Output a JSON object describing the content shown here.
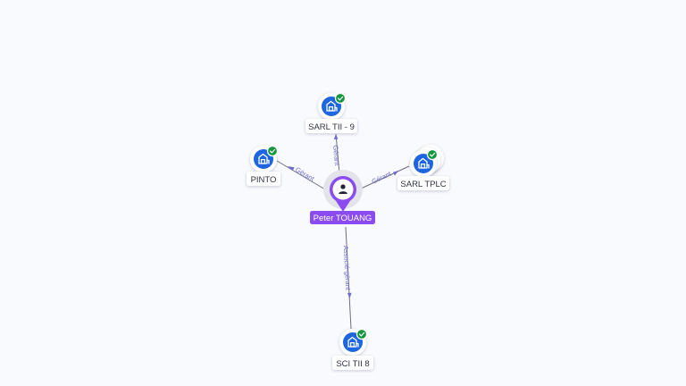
{
  "colors": {
    "background": "#f9fafd",
    "edge": "#6b6c80",
    "edge_label": "#6d6ccd",
    "company_icon": "#1e66e0",
    "check_badge": "#15963f",
    "person": "#8a4cf0",
    "person_label_bg": "#8a4cf0"
  },
  "graph": {
    "center": {
      "name": "Peter TOUANG",
      "type": "person",
      "icon": "user-icon"
    },
    "nodes": [
      {
        "id": "sarl-tii-9",
        "label": "SARL TII - 9",
        "type": "company",
        "icon": "building-icon",
        "verified": true,
        "stacked": false
      },
      {
        "id": "pinto",
        "label": "PINTO",
        "type": "company",
        "icon": "building-icon",
        "verified": true,
        "stacked": false
      },
      {
        "id": "sarl-tplc",
        "label": "SARL TPLC",
        "type": "company",
        "icon": "building-icon",
        "verified": true,
        "stacked": true
      },
      {
        "id": "sci-tii-8",
        "label": "SCI TII 8",
        "type": "company",
        "icon": "building-icon",
        "verified": true,
        "stacked": false
      }
    ],
    "edges": [
      {
        "to": "sarl-tii-9",
        "label": "Gérant"
      },
      {
        "to": "pinto",
        "label": "Gérant"
      },
      {
        "to": "sarl-tplc",
        "label": "Gérant"
      },
      {
        "to": "sci-tii-8",
        "label": "Associé-gérant"
      }
    ]
  }
}
